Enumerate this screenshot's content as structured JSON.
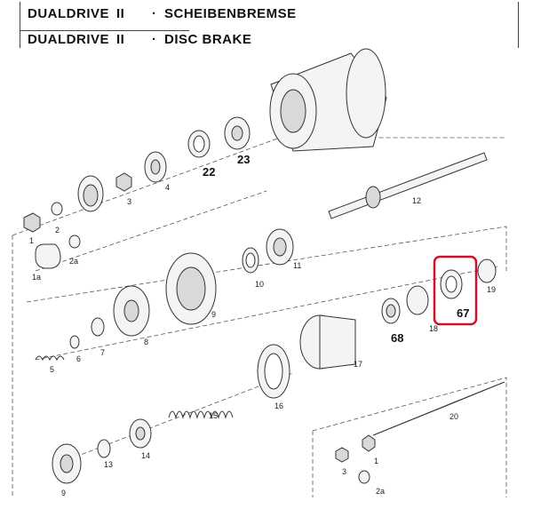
{
  "title": {
    "line1": {
      "model": "DUALDRIVE",
      "version": "II",
      "separator": "·",
      "name": "SCHEIBENBREMSE"
    },
    "line2": {
      "model": "DUALDRIVE",
      "version": "II",
      "separator": "·",
      "name": "DISC BRAKE"
    }
  },
  "parts": {
    "p1": "1",
    "p1a": "1a",
    "p2": "2",
    "p2a": "2a",
    "p3": "3",
    "p4": "4",
    "p5": "5",
    "p6": "6",
    "p7": "7",
    "p8": "8",
    "p9": "9",
    "p10": "10",
    "p11": "11",
    "p12": "12",
    "p13": "13",
    "p14": "14",
    "p15": "15",
    "p16": "16",
    "p17": "17",
    "p18": "18",
    "p19": "19",
    "p20": "20",
    "p22": "22",
    "p23": "23",
    "p67": "67",
    "p68": "68",
    "p9b": "9",
    "p3b": "3",
    "p1b": "1",
    "p2ab": "2a"
  },
  "highlight": {
    "color": "#d0112b",
    "part": "67"
  }
}
